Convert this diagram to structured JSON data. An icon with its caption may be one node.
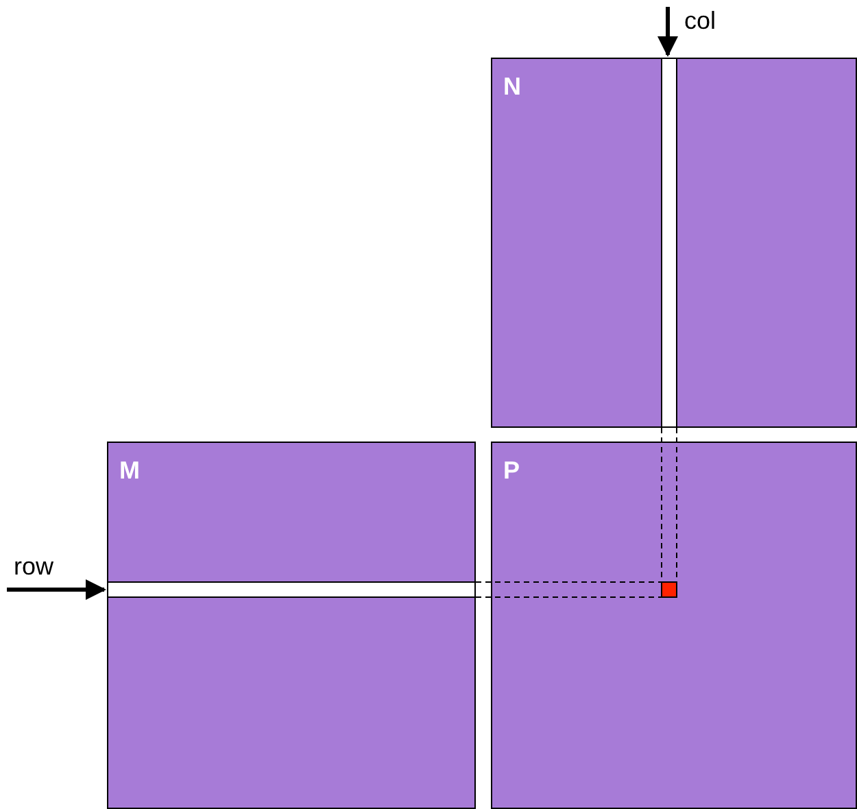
{
  "diagram": {
    "nodes": [
      {
        "text": [
          "N"
        ]
      },
      {
        "text": [],
        "shape": "bar",
        "in": 0
      },
      {
        "text": [
          "M"
        ]
      },
      {
        "text": [],
        "shape": "bar",
        "in": 2
      },
      {
        "text": [
          "P"
        ]
      },
      {
        "text": [],
        "shape": "box",
        "in": 4
      }
    ],
    "edges": [
      {
        "from": null,
        "to": 1,
        "arrow": "to",
        "style": "thick"
      },
      {
        "from": null,
        "to": 3,
        "arrow": "to",
        "style": "thick"
      },
      {
        "from": 1,
        "to": 5,
        "arrow": "none",
        "style": "dashed"
      },
      {
        "from": 3,
        "to": 5,
        "arrow": "none",
        "style": "dashed"
      }
    ],
    "labels": [
      "col",
      "row"
    ]
  }
}
